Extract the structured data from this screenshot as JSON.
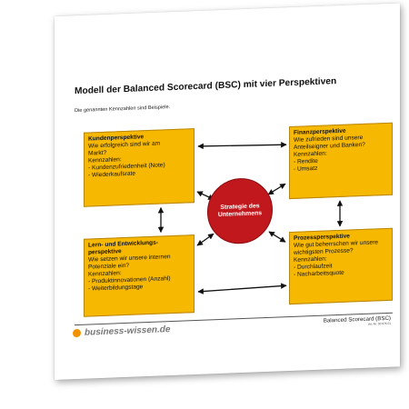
{
  "document": {
    "title": "Modell der Balanced Scorecard (BSC) mit vier Perspektiven",
    "subtitle": "Die genannten Kennzahlen sind Beispiele."
  },
  "boxes": {
    "kunden": {
      "heading": "Kundenperspektive",
      "lines": [
        "Wie erfolgreich sind wir am",
        "Markt?",
        "Kennzahlen:",
        "- Kundenzufriedenheit (Note)",
        "- Wiederkaufsrate"
      ]
    },
    "finanz": {
      "heading": "Finanzperspektive",
      "lines": [
        "Wie zufrieden sind unsere",
        "Anteilseigner und Banken?",
        "Kennzahlen:",
        "- Rendite",
        "- Umsatz"
      ]
    },
    "lern": {
      "heading_lines": [
        "Lern- und Entwicklungs-",
        "perspektive"
      ],
      "lines": [
        "Wie setzen wir unsere internen",
        "Potenziale ein?",
        "Kennzahlen:",
        "- Produktinnovationen (Anzahl)",
        "- Weiterbildungstage"
      ]
    },
    "prozess": {
      "heading": "Prozessperspektive",
      "lines": [
        "Wie gut beherrschen wir unsere",
        "wichtigsten Prozesse?",
        "Kennzahlen:",
        "- Durchlaufzeit",
        "- Nacharbeitsquote"
      ]
    }
  },
  "center": {
    "line1": "Strategie des",
    "line2": "Unternehmens"
  },
  "footer": {
    "logo": "business-wissen.de",
    "right_title": "Balanced Scorecard (BSC)",
    "article_no": "Art.-Nr. 00 076 01"
  },
  "colors": {
    "box_fill": "#f6b800",
    "circle_fill": "#c0181c",
    "logo_dot": "#f39200"
  }
}
